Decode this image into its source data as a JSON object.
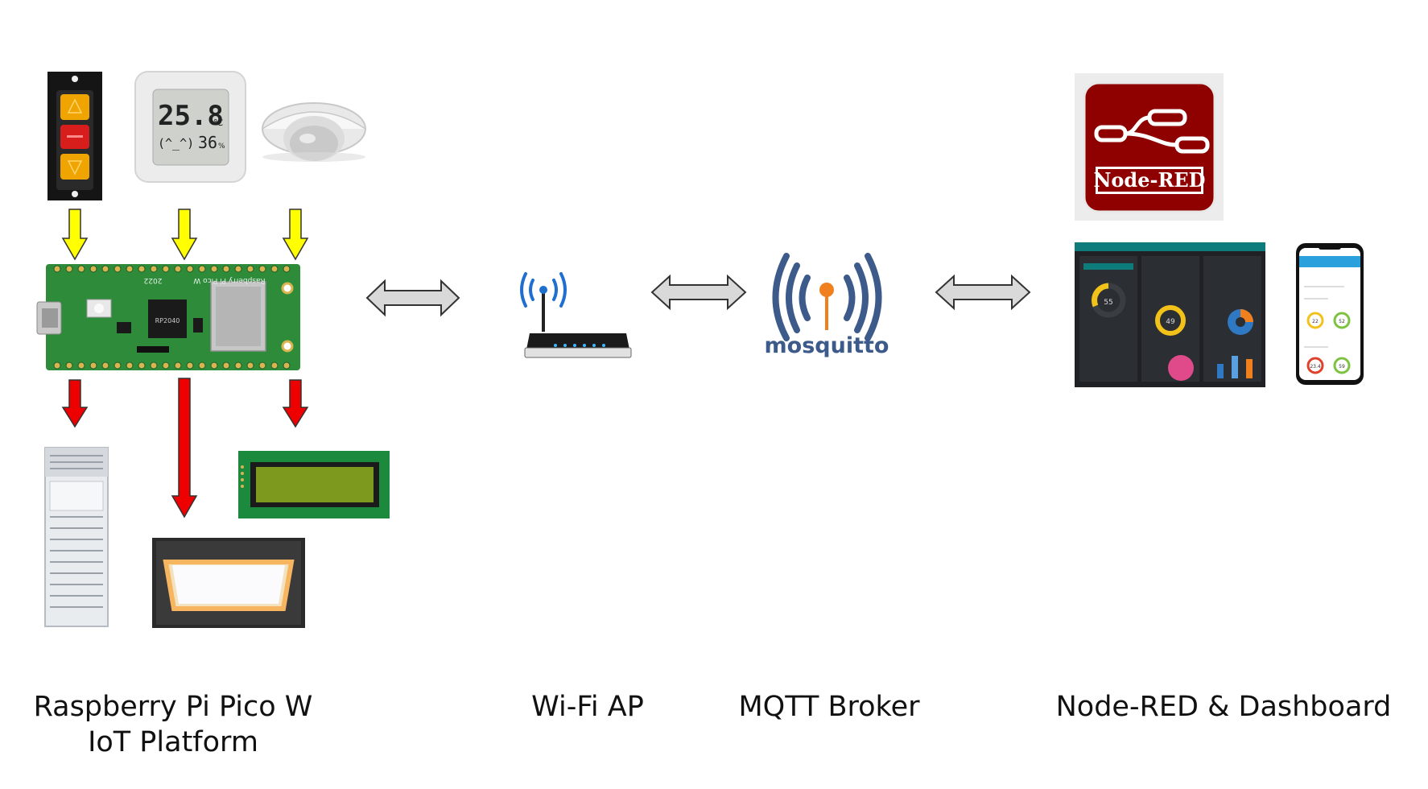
{
  "devices": {
    "thermometer": {
      "temperature": "25.8",
      "temp_unit": "℃",
      "face": "(^_^)",
      "humidity": "36",
      "humidity_unit": "%"
    },
    "pico_silkscreen": {
      "model": "Raspberry Pi Pico W",
      "year": "2022",
      "chip_id": "RP2040"
    }
  },
  "broker": {
    "logo_text": "mosquitto"
  },
  "node_red": {
    "logo_text": "Node-RED"
  },
  "dashboard": {
    "gauge_value": "55",
    "gauge_value_2": "49",
    "phone_value_1": "22",
    "phone_value_2": "52",
    "phone_value_3": "23.4",
    "phone_value_4": "59"
  },
  "labels": {
    "platform_line1": "Raspberry Pi Pico W",
    "platform_line2": "IoT Platform",
    "wifi": "Wi-Fi AP",
    "mqtt": "MQTT Broker",
    "nodered": "Node-RED & Dashboard"
  },
  "colors": {
    "input_arrow": "#ffff00",
    "output_arrow": "#ee0000",
    "link_arrow": "#d9d9d9",
    "pcb": "#2e8b3a",
    "nodered_red": "#8f0000",
    "mosquitto_blue": "#3c5a8a",
    "mosquitto_orange": "#f07f1e"
  },
  "icons": [
    "wall-switch-icon",
    "thermometer-icon",
    "motion-sensor-icon",
    "pico-board-icon",
    "air-conditioner-icon",
    "ceiling-light-icon",
    "lcd-display-icon",
    "wifi-router-icon",
    "mosquitto-logo-icon",
    "node-red-logo-icon",
    "dashboard-screenshot-icon",
    "phone-dashboard-icon"
  ]
}
